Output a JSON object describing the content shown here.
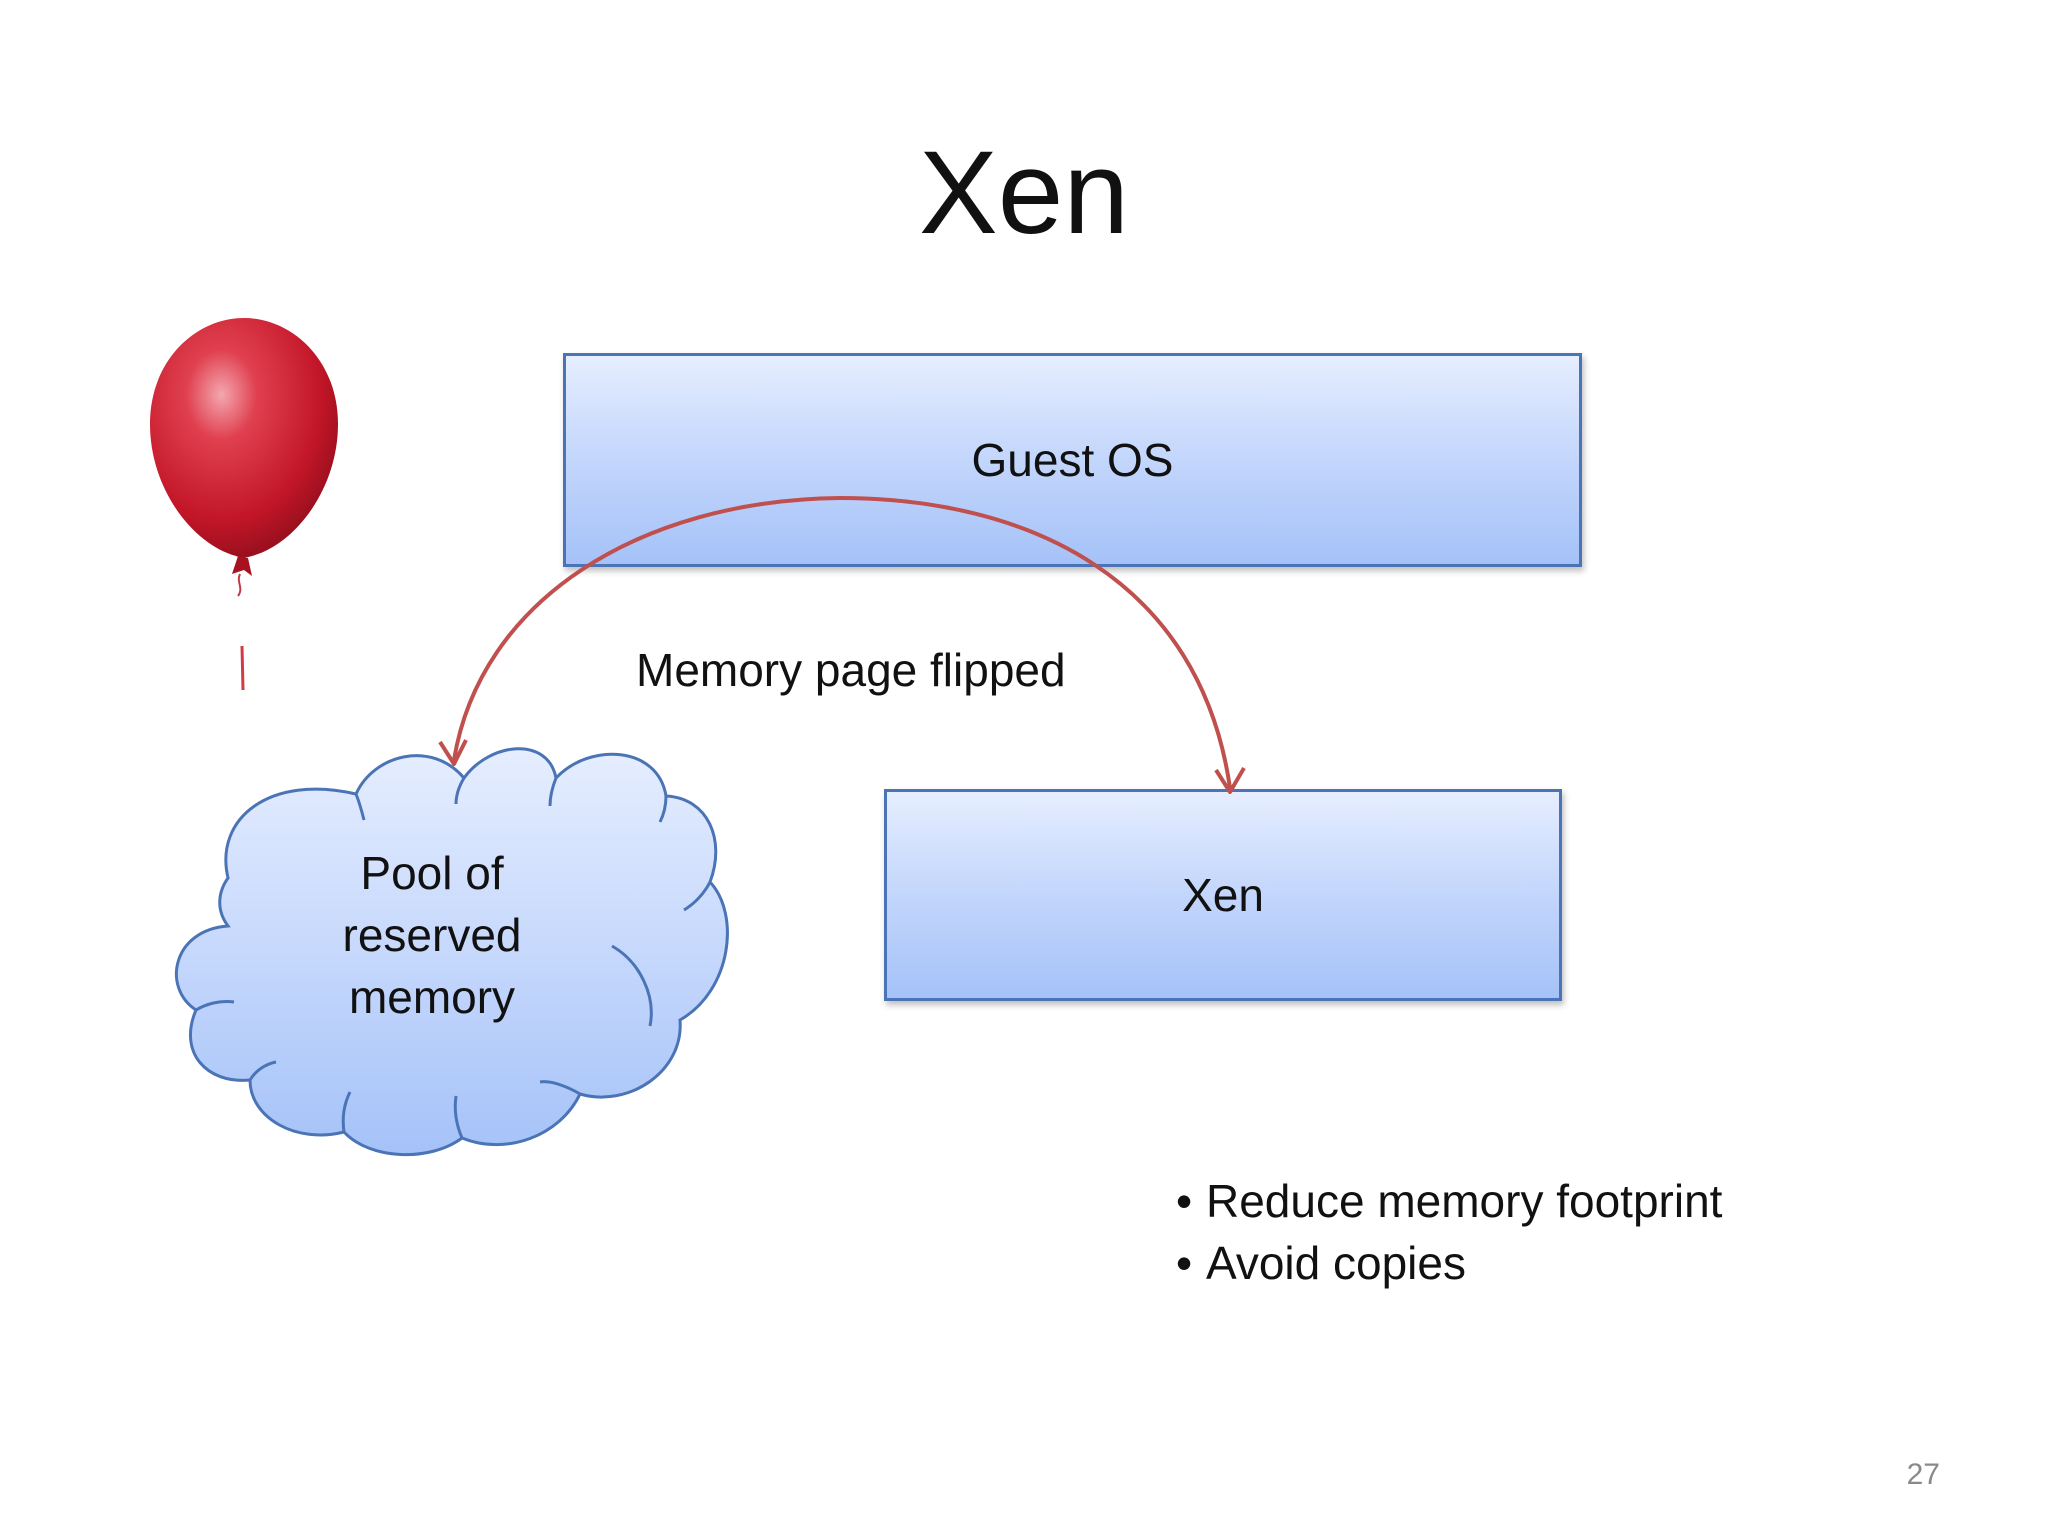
{
  "slide": {
    "title": "Xen",
    "page_number": "27"
  },
  "diagram": {
    "guest_box_label": "Guest OS",
    "xen_box_label": "Xen",
    "flip_label": "Memory page flipped",
    "cloud_lines": [
      "Pool of",
      "reserved",
      "memory"
    ]
  },
  "bullets": [
    "Reduce memory footprint",
    "Avoid copies"
  ],
  "colors": {
    "box_border": "#4a74b6",
    "box_fill_top": "#e6eeff",
    "box_fill_bottom": "#a5c2f8",
    "arrow": "#c0504d",
    "balloon": "#c8192b"
  },
  "icons": {
    "balloon": "balloon-icon",
    "cloud": "cloud-shape"
  }
}
